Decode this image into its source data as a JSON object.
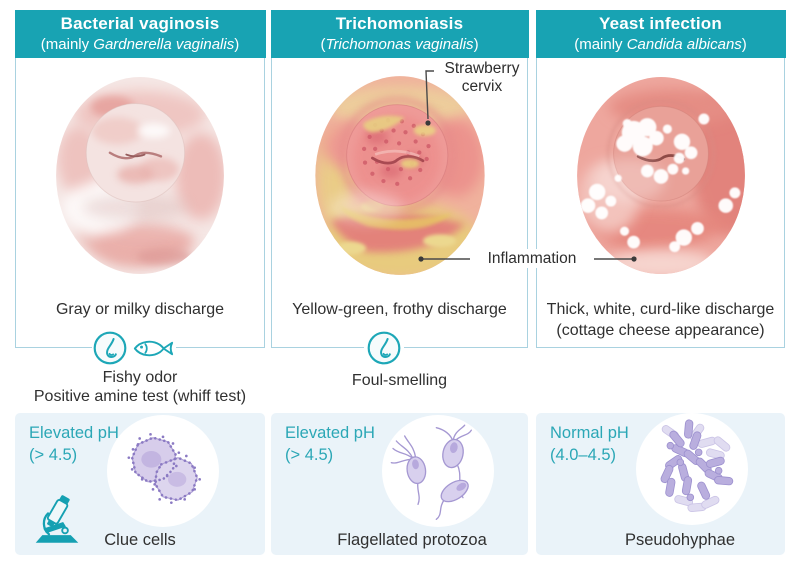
{
  "colors": {
    "header_bg": "#18a3b3",
    "column_border": "#a9d2e0",
    "panel_bg": "#eaf3f9",
    "teal_text": "#2ba7b6",
    "dark_text": "#303030",
    "icon_teal": "#1da7b7",
    "annotation_line": "#4a4a4a",
    "micro_purple": "#b9aede",
    "micro_purple_light": "#e0dcf1"
  },
  "columns": [
    {
      "title": "Bacterial vaginosis",
      "subtitle_plain": "(mainly ",
      "subtitle_italic": "Gardnerella vaginalis",
      "subtitle_close": ")",
      "discharge_line1": "Gray or milky discharge",
      "discharge_line2": "",
      "odor_line1": "Fishy odor",
      "odor_line2": "Positive amine test (whiff test)",
      "ph_line1": "Elevated pH",
      "ph_line2": "(> 4.5)",
      "microscopy_label": "Clue cells"
    },
    {
      "title": "Trichomoniasis",
      "subtitle_plain": "(",
      "subtitle_italic": "Trichomonas vaginalis",
      "subtitle_close": ")",
      "discharge_line1": "Yellow-green, frothy discharge",
      "discharge_line2": "",
      "odor_line1": "Foul-smelling",
      "odor_line2": "",
      "ph_line1": "Elevated pH",
      "ph_line2": "(> 4.5)",
      "microscopy_label": "Flagellated protozoa"
    },
    {
      "title": "Yeast infection",
      "subtitle_plain": "(mainly ",
      "subtitle_italic": "Candida albicans",
      "subtitle_close": ")",
      "discharge_line1": "Thick, white, curd-like discharge",
      "discharge_line2": "(cottage cheese appearance)",
      "odor_line1": "",
      "odor_line2": "",
      "ph_line1": "Normal pH",
      "ph_line2": "(4.0–4.5)",
      "microscopy_label": "Pseudohyphae"
    }
  ],
  "annotations": {
    "strawberry_line1": "Strawberry",
    "strawberry_line2": "cervix",
    "inflammation": "Inflammation"
  }
}
